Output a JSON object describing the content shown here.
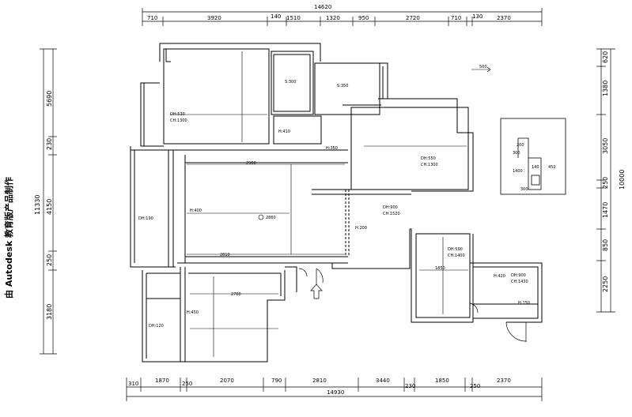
{
  "watermark": "由 Autodesk 教育版产品制作",
  "top": {
    "total": "14620",
    "segments": [
      "710",
      "3920",
      "140",
      "1510",
      "1320",
      "950",
      "2720",
      "710",
      "130",
      "2370"
    ]
  },
  "bottom": {
    "total": "14930",
    "segments": [
      "310",
      "1870",
      "250",
      "2070",
      "790",
      "2810",
      "3440",
      "230",
      "1850",
      "250",
      "2370"
    ]
  },
  "left": {
    "total": "11330",
    "segments": [
      "5690",
      "230",
      "4150",
      "250",
      "3180"
    ]
  },
  "right": {
    "total": "10000",
    "segments": [
      "620",
      "1380",
      "3050",
      "250",
      "1470",
      "850",
      "2250"
    ]
  },
  "rooms": [
    {
      "id": "r1",
      "lines": [
        "DH:530",
        "CH:1300"
      ]
    },
    {
      "id": "r2",
      "lines": [
        "DH:550",
        "CH:1300"
      ]
    },
    {
      "id": "r3",
      "lines": [
        "DH:190"
      ]
    },
    {
      "id": "r4",
      "lines": [
        "DH:120"
      ]
    },
    {
      "id": "r5",
      "lines": [
        "DH:900",
        "CH:1520"
      ]
    },
    {
      "id": "r6",
      "lines": [
        "DH:590",
        "CH:1400"
      ]
    },
    {
      "id": "r7",
      "lines": [
        "DH:900",
        "CH:1430"
      ]
    }
  ],
  "heights": {
    "h410": "H:410",
    "h400": "H:400",
    "h200": "H:200",
    "h450": "H:450",
    "h420": "H:420",
    "h150": "H:150",
    "h350": "H:350",
    "s300": "S:300",
    "s350": "S:350"
  },
  "labels": {
    "center": "2860",
    "d2810": "2810",
    "d2900": "2900",
    "d2760": "2760",
    "d1850": "1850",
    "n500": "500",
    "inset_a": "200",
    "inset_b": "140",
    "inset_c": "450",
    "inset_d": "1400",
    "inset_e": "300",
    "inset_f": "300"
  }
}
